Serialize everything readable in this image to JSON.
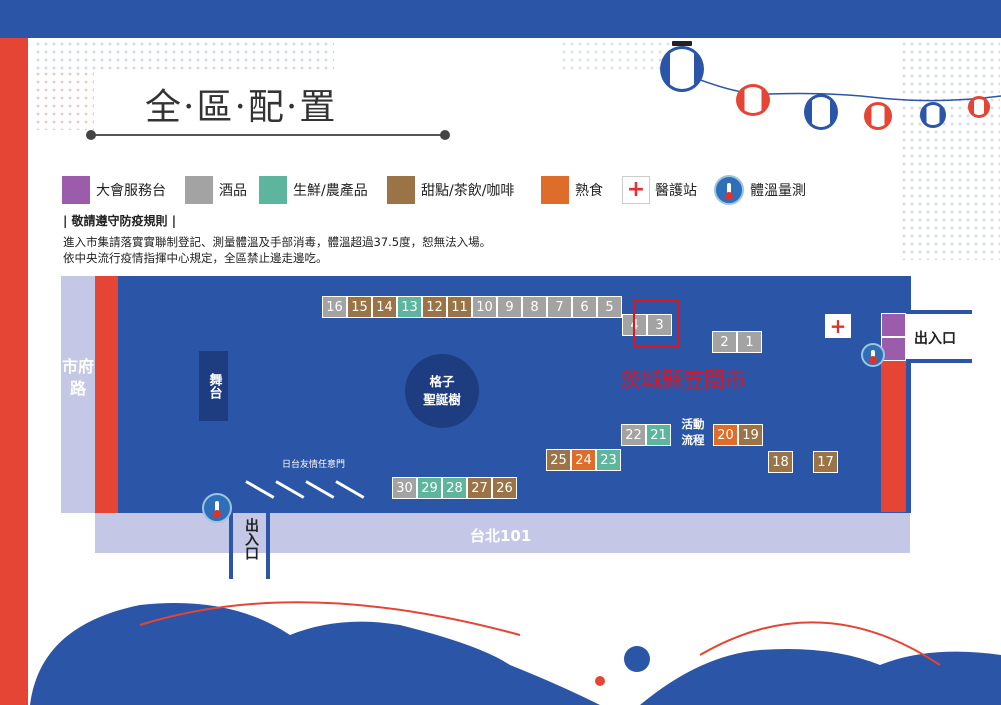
{
  "title": "全·區·配·置",
  "legend": [
    {
      "label": "大會服務台",
      "color": "#9b5dab"
    },
    {
      "label": "酒品",
      "color": "#a3a3a3"
    },
    {
      "label": "生鮮/農產品",
      "color": "#5db59e"
    },
    {
      "label": "甜點/茶飲/咖啡",
      "color": "#9a7447"
    },
    {
      "label": "熟食",
      "color": "#dd6d29"
    },
    {
      "label": "醫護站",
      "icon": "medical-cross-icon"
    },
    {
      "label": "體溫量測",
      "icon": "thermometer-icon"
    }
  ],
  "notice": {
    "heading": "| 敬請遵守防疫規則 |",
    "line1": "進入市集請落實實聯制登記、測量體溫及手部消毒，體溫超過37.5度，恕無法入場。",
    "line2": "依中央流行疫情指揮中心規定，全區禁止邊走邊吃。"
  },
  "map": {
    "city_road": "市府路",
    "taipei101": "台北101",
    "stage": "舞台",
    "tree_line1": "格子",
    "tree_line2": "聖誕樹",
    "activity_flow_line1": "活動",
    "activity_flow_line2": "流程",
    "gate": "日台友情任意門",
    "exit_right": "出入口",
    "exit_bottom": "出入口",
    "annotation": "茨城縣笠間市",
    "booths": [
      {
        "n": "16",
        "cat": "gray"
      },
      {
        "n": "15",
        "cat": "brown"
      },
      {
        "n": "14",
        "cat": "brown"
      },
      {
        "n": "13",
        "cat": "green"
      },
      {
        "n": "12",
        "cat": "brown"
      },
      {
        "n": "11",
        "cat": "brown"
      },
      {
        "n": "10",
        "cat": "gray"
      },
      {
        "n": "9",
        "cat": "gray"
      },
      {
        "n": "8",
        "cat": "gray"
      },
      {
        "n": "7",
        "cat": "gray"
      },
      {
        "n": "6",
        "cat": "gray"
      },
      {
        "n": "5",
        "cat": "gray"
      },
      {
        "n": "4",
        "cat": "gray"
      },
      {
        "n": "3",
        "cat": "gray"
      },
      {
        "n": "2",
        "cat": "gray"
      },
      {
        "n": "1",
        "cat": "gray"
      },
      {
        "n": "22",
        "cat": "gray"
      },
      {
        "n": "21",
        "cat": "green"
      },
      {
        "n": "20",
        "cat": "orange"
      },
      {
        "n": "19",
        "cat": "brown"
      },
      {
        "n": "18",
        "cat": "brown"
      },
      {
        "n": "17",
        "cat": "brown"
      },
      {
        "n": "25",
        "cat": "brown"
      },
      {
        "n": "24",
        "cat": "orange"
      },
      {
        "n": "23",
        "cat": "green"
      },
      {
        "n": "30",
        "cat": "gray"
      },
      {
        "n": "29",
        "cat": "green"
      },
      {
        "n": "28",
        "cat": "green"
      },
      {
        "n": "27",
        "cat": "brown"
      },
      {
        "n": "26",
        "cat": "brown"
      }
    ]
  }
}
